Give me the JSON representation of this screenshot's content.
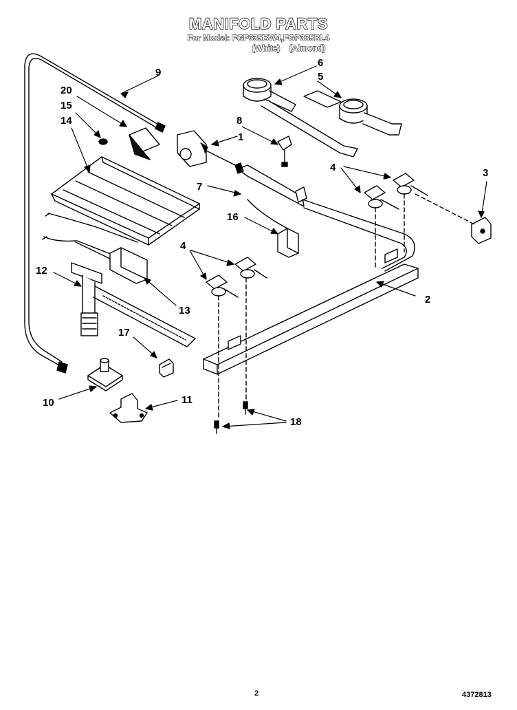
{
  "header": {
    "title": "MANIFOLD PARTS",
    "model_line": "For Model: FGP335BW4,FGP335BL4",
    "color_line": "(White)    (Almond)"
  },
  "callouts": [
    "1",
    "2",
    "3",
    "4",
    "4",
    "5",
    "6",
    "7",
    "8",
    "9",
    "10",
    "11",
    "12",
    "13",
    "14",
    "15",
    "16",
    "17",
    "18",
    "20"
  ],
  "footer": {
    "page_number": "2",
    "part_number": "4372813"
  }
}
